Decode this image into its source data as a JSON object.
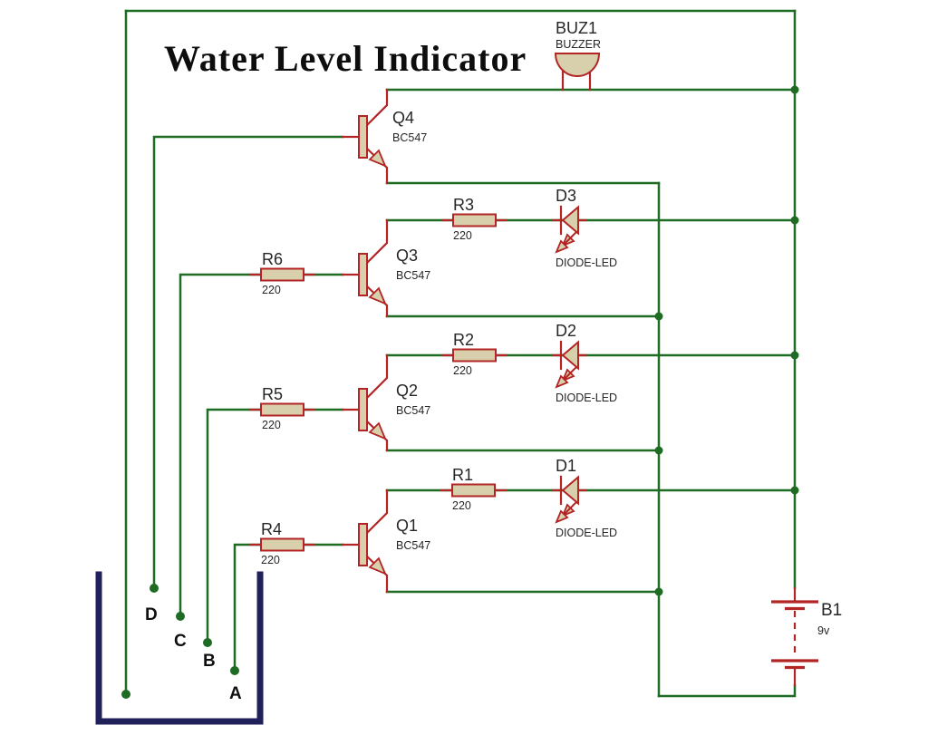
{
  "title": "Water Level Indicator",
  "buzzer": {
    "ref": "BUZ1",
    "type": "BUZZER"
  },
  "battery": {
    "ref": "B1",
    "voltage": "9v"
  },
  "transistors": {
    "q4": {
      "ref": "Q4",
      "part": "BC547"
    },
    "q3": {
      "ref": "Q3",
      "part": "BC547"
    },
    "q2": {
      "ref": "Q2",
      "part": "BC547"
    },
    "q1": {
      "ref": "Q1",
      "part": "BC547"
    }
  },
  "resistors": {
    "r3": {
      "ref": "R3",
      "value": "220"
    },
    "r6": {
      "ref": "R6",
      "value": "220"
    },
    "r2": {
      "ref": "R2",
      "value": "220"
    },
    "r5": {
      "ref": "R5",
      "value": "220"
    },
    "r1": {
      "ref": "R1",
      "value": "220"
    },
    "r4": {
      "ref": "R4",
      "value": "220"
    }
  },
  "leds": {
    "d3": {
      "ref": "D3",
      "type": "DIODE-LED"
    },
    "d2": {
      "ref": "D2",
      "type": "DIODE-LED"
    },
    "d1": {
      "ref": "D1",
      "type": "DIODE-LED"
    }
  },
  "probes": {
    "d": "D",
    "c": "C",
    "b": "B",
    "a": "A"
  },
  "colors": {
    "wire_green": "#1e6b24",
    "component_red": "#b32424",
    "component_fill": "#d8d0ad",
    "tank_navy": "#20205a",
    "text": "#262626"
  }
}
